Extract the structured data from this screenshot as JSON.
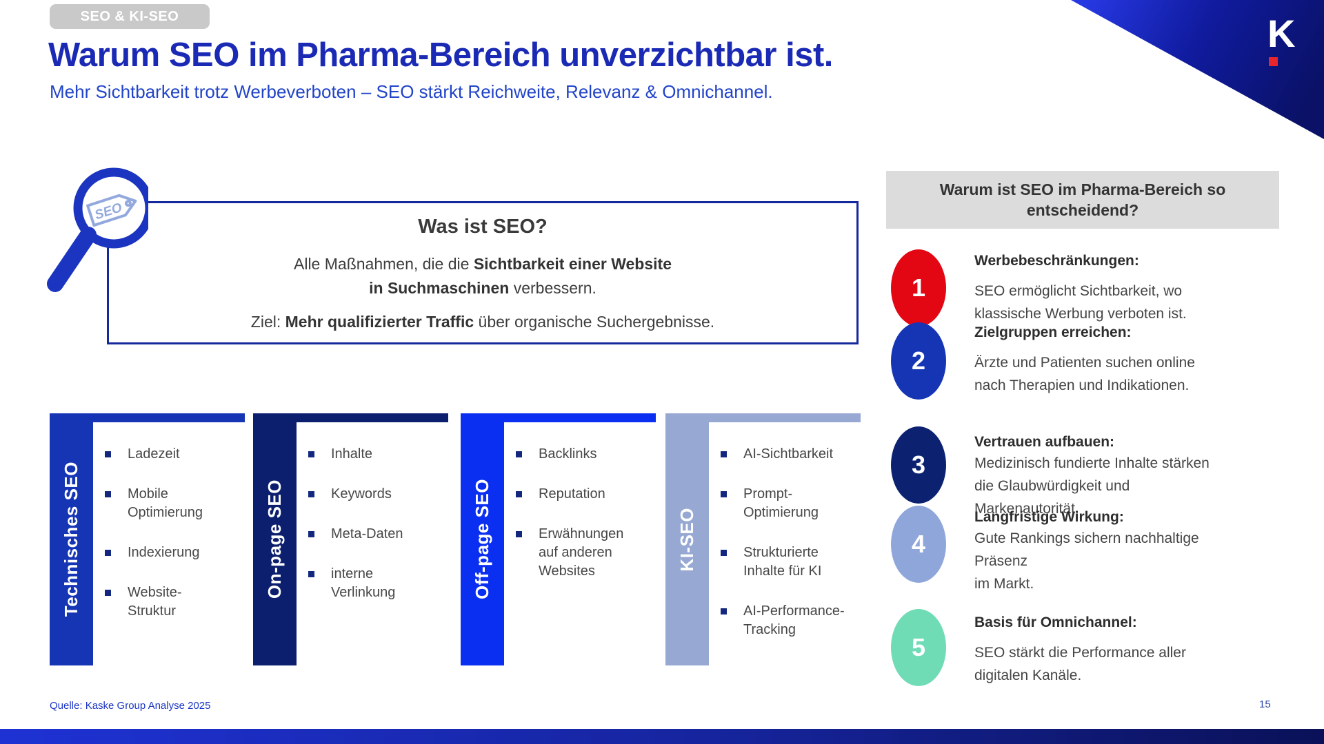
{
  "badge": "SEO & KI-SEO",
  "header": {
    "title": "Warum SEO im Pharma-Bereich unverzichtbar ist.",
    "subtitle": "Mehr Sichtbarkeit trotz Werbeverboten – SEO stärkt Reichweite, Relevanz & Omnichannel."
  },
  "logo": {
    "letter": "K"
  },
  "magnifier": {
    "tag_text": "SEO"
  },
  "seo_box": {
    "title": "Was ist SEO?",
    "line1_pre": "Alle Maßnahmen, die die ",
    "line1_bold": "Sichtbarkeit einer Website",
    "line2_bold": "in Suchmaschinen",
    "line2_post": " verbessern.",
    "line3_pre": "Ziel: ",
    "line3_bold": "Mehr qualifizierter Traffic",
    "line3_post": " über organische Suchergebnisse."
  },
  "columns": [
    {
      "label": "Technisches SEO",
      "color": "#1535b5",
      "items": [
        "Ladezeit",
        "Mobile\nOptimierung",
        "Indexierung",
        "Website-\nStruktur"
      ]
    },
    {
      "label": "On-page SEO",
      "color": "#0c1e6e",
      "items": [
        "Inhalte",
        "Keywords",
        "Meta-Daten",
        "interne\nVerlinkung"
      ]
    },
    {
      "label": "Off-page SEO",
      "color": "#0b2ff0",
      "items": [
        "Backlinks",
        "Reputation",
        "Erwähnungen\nauf anderen\nWebsites"
      ]
    },
    {
      "label": "KI-SEO",
      "color": "#97a9d3",
      "items": [
        "AI-Sichtbarkeit",
        "Prompt-\nOptimierung",
        "Strukturierte\nInhalte für KI",
        "AI-Performance-\nTracking"
      ]
    }
  ],
  "sidebar": {
    "heading": "Warum ist SEO im Pharma-Bereich so\nentscheidend?",
    "items": [
      {
        "num": "1",
        "color": "#e30613",
        "title": "Werbebeschränkungen:",
        "body": "SEO ermöglicht Sichtbarkeit, wo\nklassische Werbung verboten ist."
      },
      {
        "num": "2",
        "color": "#1535b5",
        "title": "Zielgruppen erreichen:",
        "body": "Ärzte und Patienten suchen online\nnach Therapien und Indikationen."
      },
      {
        "num": "3",
        "color": "#0c2270",
        "title": "Vertrauen aufbauen:",
        "body": "Medizinisch fundierte Inhalte stärken\ndie Glaubwürdigkeit und\nMarkenautorität."
      },
      {
        "num": "4",
        "color": "#8fa6db",
        "title": "Langfristige Wirkung:",
        "body": "Gute Rankings sichern nachhaltige\nPräsenz\nim Markt."
      },
      {
        "num": "5",
        "color": "#6fdcb5",
        "title": "Basis für Omnichannel:",
        "body": "SEO stärkt die Performance aller\ndigitalen Kanäle."
      }
    ]
  },
  "footer": {
    "source": "Quelle: Kaske Group Analyse 2025",
    "page": "15"
  },
  "colors": {
    "accent_blue": "#1b2ab5",
    "logo_dot_red": "#e8252b",
    "heading_gray": "#dcdcdc"
  }
}
